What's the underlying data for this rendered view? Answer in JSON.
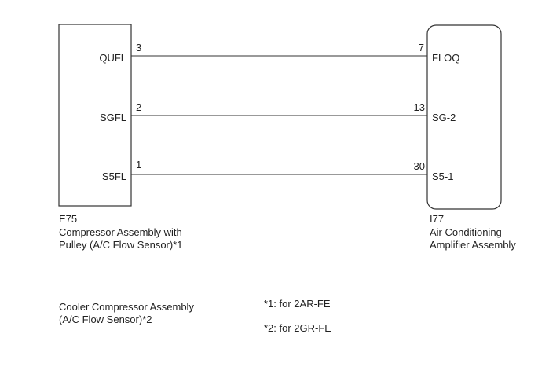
{
  "left_component": {
    "code": "E75",
    "name_lines": [
      "Compressor Assembly with",
      "Pulley (A/C Flow Sensor)*1"
    ],
    "alt_name_lines": [
      "Cooler Compressor Assembly",
      "(A/C Flow Sensor)*2"
    ]
  },
  "right_component": {
    "code": "I77",
    "name_lines": [
      "Air Conditioning",
      "Amplifier Assembly"
    ]
  },
  "connections": [
    {
      "left_signal": "QUFL",
      "left_pin": "3",
      "right_pin": "7",
      "right_signal": "FLOQ"
    },
    {
      "left_signal": "SGFL",
      "left_pin": "2",
      "right_pin": "13",
      "right_signal": "SG-2"
    },
    {
      "left_signal": "S5FL",
      "left_pin": "1",
      "right_pin": "30",
      "right_signal": "S5-1"
    }
  ],
  "footnotes": [
    "*1: for 2AR-FE",
    "*2: for 2GR-FE"
  ],
  "colors": {
    "line": "#333333",
    "text": "#222222",
    "background": "#ffffff"
  }
}
